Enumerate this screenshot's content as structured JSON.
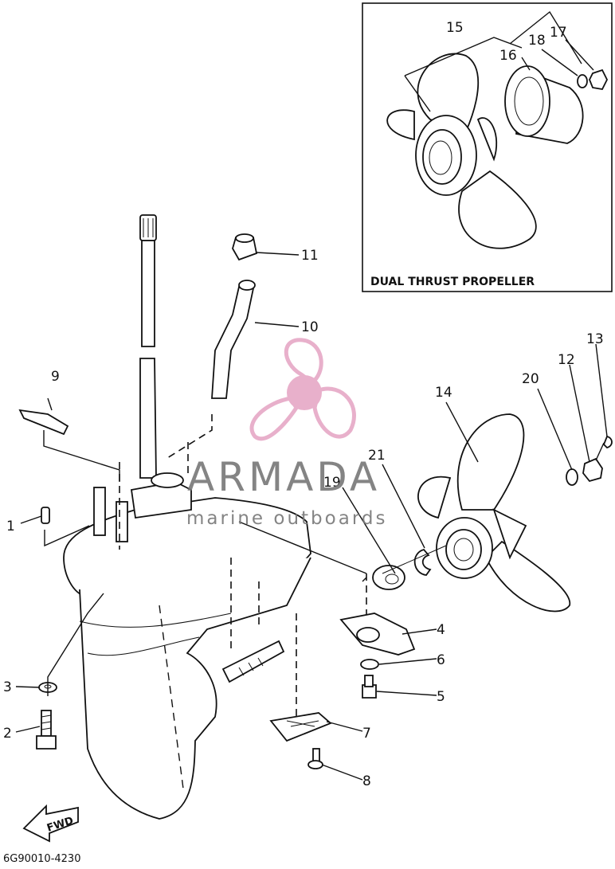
{
  "diagram": {
    "inset_title": "DUAL THRUST PROPELLER",
    "brand": {
      "name": "ARMADA",
      "tagline": "marine outboards",
      "color": "#b7396f",
      "logo_color": "#e6a8c6",
      "text_color": "#777777"
    },
    "direction_label": "FWD",
    "drawing_code": "6G90010-4230",
    "callouts": {
      "c1": "1",
      "c2": "2",
      "c3": "3",
      "c4": "4",
      "c5": "5",
      "c6": "6",
      "c7": "7",
      "c8": "8",
      "c9": "9",
      "c10": "10",
      "c11": "11",
      "c12": "12",
      "c13": "13",
      "c14": "14",
      "c15": "15",
      "c16": "16",
      "c17": "17",
      "c18": "18",
      "c19": "19",
      "c20": "20",
      "c21": "21"
    }
  }
}
